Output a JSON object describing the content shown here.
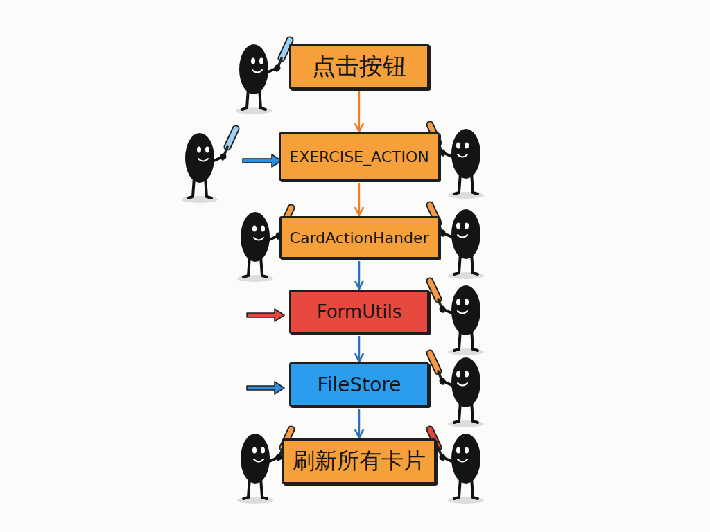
{
  "diagram": {
    "nodes": [
      {
        "text": [
          "点击按钮"
        ]
      },
      {
        "text": [
          "EXERCISE_ACTION"
        ]
      },
      {
        "text": [
          "CardActionHander"
        ]
      },
      {
        "text": [
          "FormUtils"
        ]
      },
      {
        "text": [
          "FileStore"
        ]
      },
      {
        "text": [
          "刷新所有卡片"
        ]
      }
    ],
    "edges": [
      {
        "from": 0,
        "to": 1,
        "arrow": "to"
      },
      {
        "from": 1,
        "to": 2,
        "arrow": "to"
      },
      {
        "from": 2,
        "to": 3,
        "arrow": "to"
      },
      {
        "from": 3,
        "to": 4,
        "arrow": "to"
      },
      {
        "from": 4,
        "to": 5,
        "arrow": "to"
      }
    ]
  }
}
